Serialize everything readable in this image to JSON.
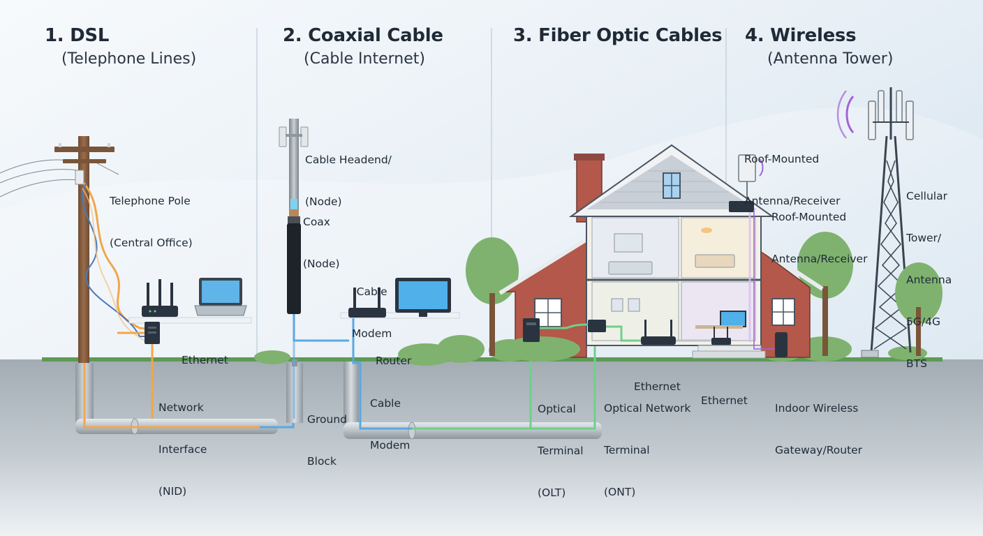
{
  "sections": [
    {
      "number": "1. DSL",
      "subtitle": "(Telephone Lines)"
    },
    {
      "number": "2. Coaxial Cable",
      "subtitle": "(Cable Internet)"
    },
    {
      "number": "3. Fiber Optic Cables",
      "subtitle": ""
    },
    {
      "number": "4. Wireless",
      "subtitle": "(Antenna Tower)"
    }
  ],
  "labels": {
    "telephone_pole": [
      "Telephone Pole",
      "(Central Office)"
    ],
    "ethernet_dsl": [
      "Ethernet"
    ],
    "nid": [
      "Network",
      "Interface",
      "(NID)"
    ],
    "cable_headend": [
      "Cable Headend/",
      "(Node)"
    ],
    "coax_node": [
      "Coax",
      "(Node)"
    ],
    "cable_modem_top": [
      "Cable",
      "Modem"
    ],
    "router": [
      "Router"
    ],
    "ground_block": [
      "Ground",
      "Block"
    ],
    "cable_modem_bottom": [
      "Cable",
      "Modem"
    ],
    "olt": [
      "Optical",
      "Terminal",
      "(OLT)"
    ],
    "ont": [
      "Optical Network",
      "Terminal",
      "(ONT)"
    ],
    "ethernet_house_1": [
      "Ethernet"
    ],
    "ethernet_house_2": [
      "Ethernet"
    ],
    "roof_antenna_1": [
      "Roof-Mounted",
      "Antenna/Receiver"
    ],
    "roof_antenna_2": [
      "Roof-Mounted",
      "Antenna/Receiver"
    ],
    "cell_tower": [
      "Cellular",
      "Tower/",
      "Antenna",
      "5G/4G",
      "BTS"
    ],
    "indoor_gateway": [
      "Indoor Wireless",
      "Gateway/Router"
    ]
  },
  "colors": {
    "dsl_cable": "#f2a64b",
    "coax_cable": "#5aa8e0",
    "fiber_cable": "#6fd08a",
    "wireless_signal": "#a463d6",
    "ground": "#8f9aa2",
    "grass": "#5d9a55"
  },
  "icons": [
    "telephone-pole-icon",
    "router-icon",
    "laptop-icon",
    "modem-icon",
    "monitor-icon",
    "house-icon",
    "tree-icon",
    "cell-tower-icon",
    "antenna-icon",
    "ont-box-icon"
  ]
}
